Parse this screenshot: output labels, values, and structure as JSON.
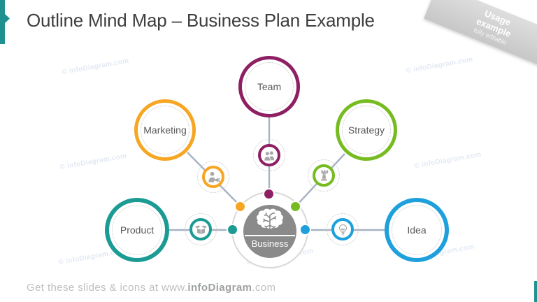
{
  "slide": {
    "title": "Outline Mind Map – Business Plan Example",
    "ribbon": {
      "title": "Usage example",
      "subtitle": "fully editable"
    },
    "footer": {
      "prefix": "Get these slides & icons at www.",
      "brand": "infoDiagram",
      "suffix": ".com"
    },
    "watermark_text": "© infoDiagram.com",
    "accent_color": "#1E9190"
  },
  "diagram": {
    "connector_color": "#A7B2C3",
    "dotted_color": "#C8C8C8",
    "icon_color": "#A8A8A8",
    "center": {
      "label": "Business",
      "color": "#8A8A8A",
      "ring_color": "#D8D8D8",
      "icon": "brain-icon"
    },
    "branches": [
      {
        "label": "Team",
        "color": "#8E1F63",
        "icon": "team-people-icon",
        "position": "top"
      },
      {
        "label": "Marketing",
        "color": "#F6A623",
        "icon": "announcer-megaphone-icon",
        "position": "upper-left"
      },
      {
        "label": "Strategy",
        "color": "#76BC21",
        "icon": "chess-rook-icon",
        "position": "upper-right"
      },
      {
        "label": "Product",
        "color": "#1B9B93",
        "icon": "open-box-icon",
        "position": "left"
      },
      {
        "label": "Idea",
        "color": "#1EA0DC",
        "icon": "lightbulb-icon",
        "position": "right"
      }
    ]
  }
}
